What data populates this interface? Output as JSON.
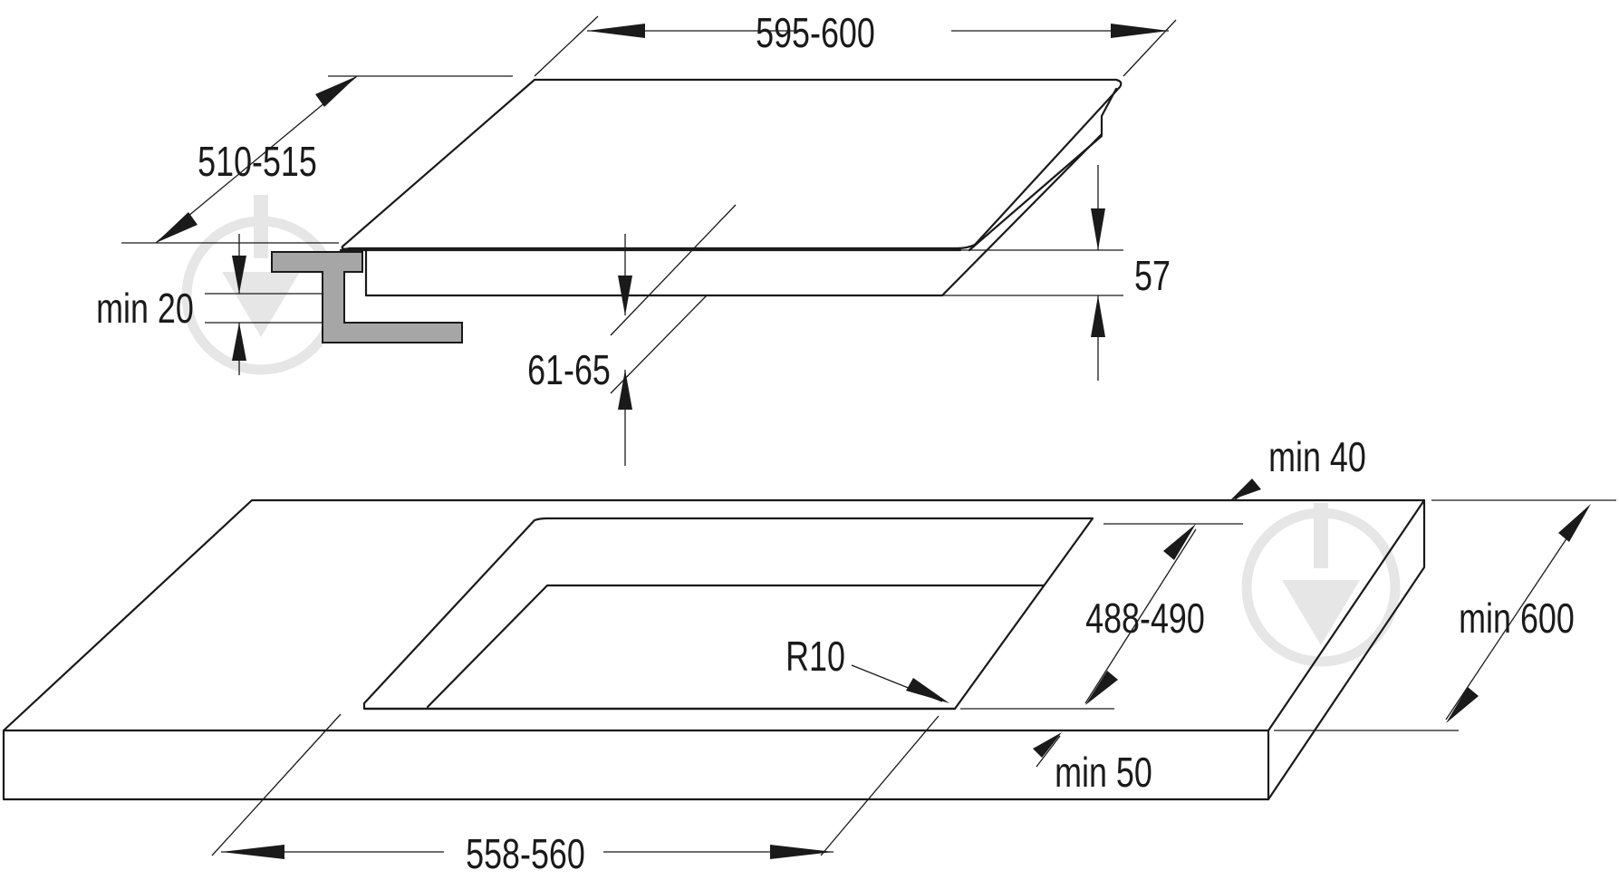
{
  "labels": {
    "hob_width": "595-600",
    "hob_depth": "510-515",
    "clearance_below": "min 20",
    "built_in_depth": "61-65",
    "hob_height": "57",
    "min_rear": "min 40",
    "cutout_depth": "488-490",
    "corner_radius": "R10",
    "min_worktop_depth": "min 600",
    "min_front": "min 50",
    "cutout_width": "558-560"
  },
  "icons": [
    "watermark-logo-icon",
    "arrow-head-icon",
    "mounting-bracket-icon"
  ],
  "colors": {
    "line": "#1a1a1a",
    "bracket": "#a6a6a6",
    "watermark": "#e6e6e6"
  }
}
